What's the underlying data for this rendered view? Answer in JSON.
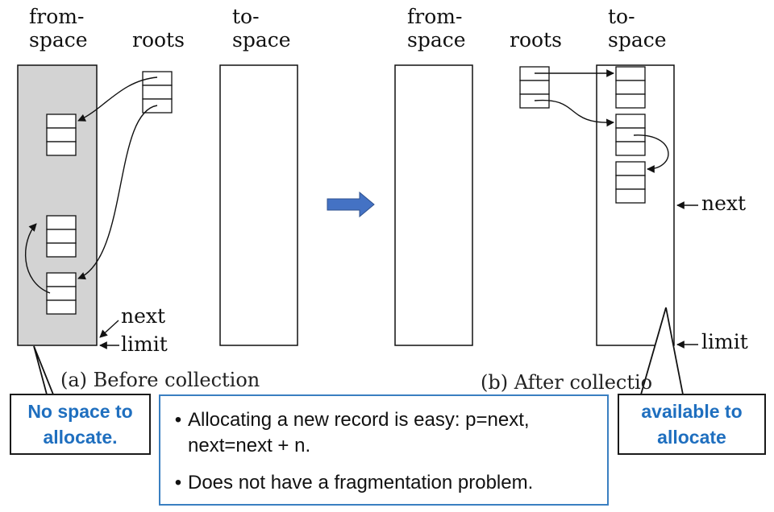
{
  "left": {
    "from_space_label": [
      "from-",
      "space"
    ],
    "roots_label": "roots",
    "to_space_label": [
      "to-",
      "space"
    ],
    "next_label": "next",
    "limit_label": "limit",
    "caption": "(a) Before collection"
  },
  "right": {
    "from_space_label": [
      "from-",
      "space"
    ],
    "roots_label": "roots",
    "to_space_label": [
      "to-",
      "space"
    ],
    "next_label": "next",
    "limit_label": "limit",
    "caption": "(b) After collectio"
  },
  "callouts": {
    "left": [
      "No space to",
      "allocate."
    ],
    "right": [
      "available to",
      "allocate"
    ]
  },
  "info_box": {
    "bullets": [
      [
        "Allocating a new record is easy: p=next,",
        "next=next + n."
      ],
      [
        "Does not have a fragmentation problem."
      ]
    ]
  },
  "colors": {
    "from_space_fill": "#d3d3d3",
    "arrow_blue": "#4472c4",
    "callout_text": "#1f6fbf",
    "info_border": "#3a7fc1"
  }
}
